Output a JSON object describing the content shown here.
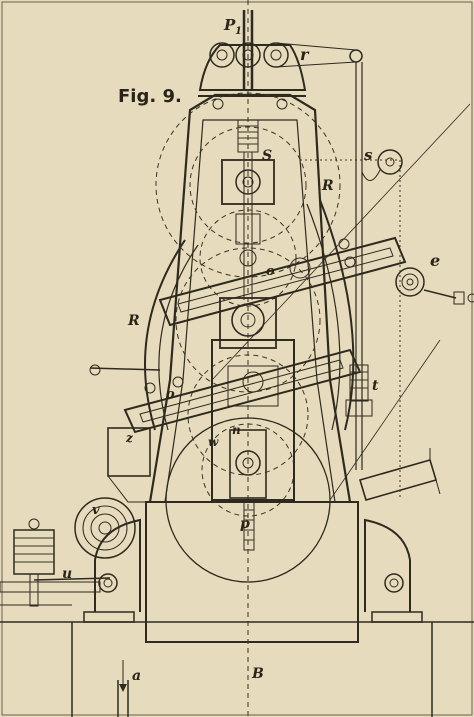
{
  "figure": {
    "title": "Fig. 9."
  },
  "labels": {
    "p1": "P",
    "p1_sub": "1",
    "r": "r",
    "s_upper": "S",
    "s_right": "s",
    "R_right": "R",
    "R_left": "R",
    "e": "e",
    "o_upper": "o",
    "o_lower": "o",
    "t": "t",
    "z": "z",
    "w": "w",
    "n": "n",
    "v": "v",
    "p": "p",
    "u": "u",
    "a": "a",
    "B": "B"
  },
  "colors": {
    "paper": "#e6dbbd",
    "ink": "#2f2a1f"
  }
}
